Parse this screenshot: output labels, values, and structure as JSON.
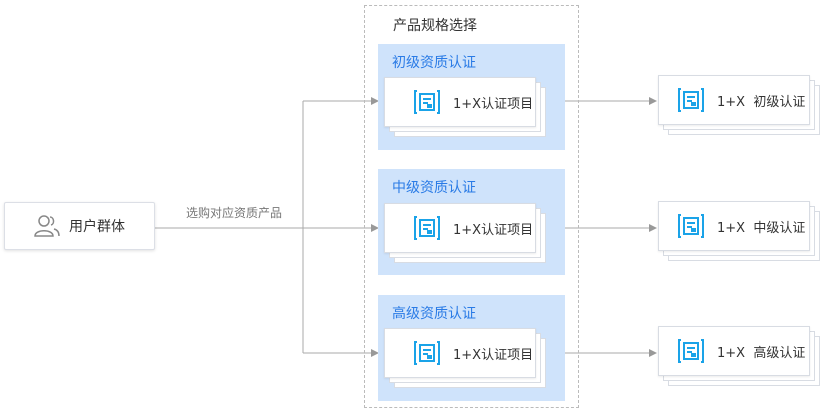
{
  "user_group": {
    "label": "用户群体"
  },
  "edge_label": "选购对应资质产品",
  "frame": {
    "title": "产品规格选择"
  },
  "tiers": [
    {
      "label": "初级资质认证",
      "project": "1+X认证项目",
      "cert": "1+X  初级认证"
    },
    {
      "label": "中级资质认证",
      "project": "1+X认证项目",
      "cert": "1+X  中级认证"
    },
    {
      "label": "高级资质认证",
      "project": "1+X认证项目",
      "cert": "1+X  高级认证"
    }
  ],
  "colors": {
    "accent": "#2a7be6",
    "band": "#cfe3fb",
    "icon": "#1aa3e8",
    "line": "#999999"
  },
  "icons": {
    "user": "users-icon",
    "doc": "document-icon"
  }
}
